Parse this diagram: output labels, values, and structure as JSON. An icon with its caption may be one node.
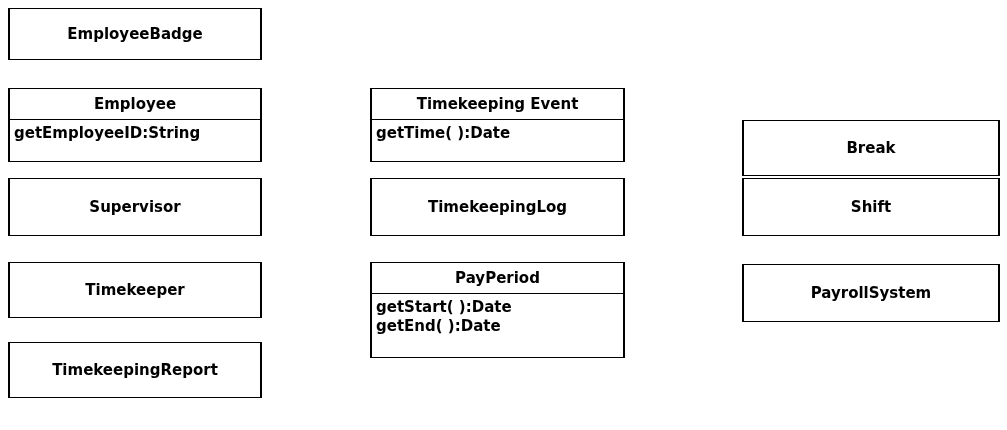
{
  "diagram": {
    "nodes": [
      {
        "text": [
          "EmployeeBadge"
        ]
      },
      {
        "text": [
          "Employee",
          "getEmployeeID:String"
        ]
      },
      {
        "text": [
          "Supervisor"
        ]
      },
      {
        "text": [
          "Timekeeper"
        ]
      },
      {
        "text": [
          "TimekeepingReport"
        ]
      },
      {
        "text": [
          "Timekeeping Event",
          "getTime( ):Date"
        ]
      },
      {
        "text": [
          "TimekeepingLog"
        ]
      },
      {
        "text": [
          "PayPeriod",
          "getStart( ):Date",
          "getEnd( ):Date"
        ]
      },
      {
        "text": [
          "Break"
        ]
      },
      {
        "text": [
          "Shift"
        ]
      },
      {
        "text": [
          "PayrollSystem"
        ]
      }
    ]
  }
}
